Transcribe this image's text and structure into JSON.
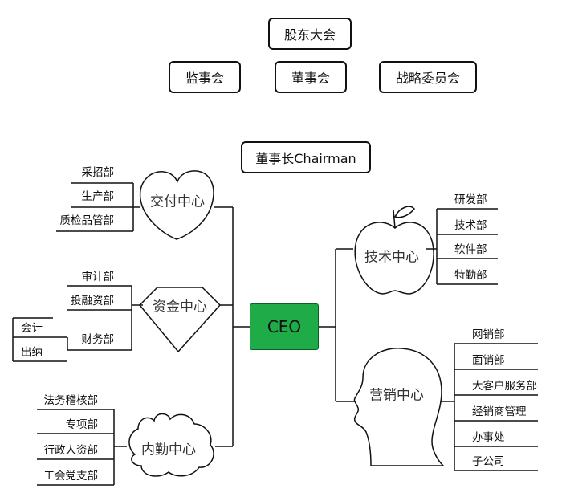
{
  "governance": {
    "shareholders": "股东大会",
    "supervisory_board": "监事会",
    "board_of_directors": "董事会",
    "strategy_committee": "战略委员会",
    "chairman": "董事长Chairman"
  },
  "ceo": "CEO",
  "centers": {
    "delivery": {
      "name": "交付中心",
      "depts": [
        "采招部",
        "生产部",
        "质检品管部"
      ]
    },
    "finance": {
      "name": "资金中心",
      "depts": [
        "审计部",
        "投融资部",
        "财务部"
      ],
      "sub": [
        "会计",
        "出纳"
      ]
    },
    "admin": {
      "name": "内勤中心",
      "depts": [
        "法务稽核部",
        "专项部",
        "行政人资部",
        "工会党支部"
      ]
    },
    "tech": {
      "name": "技术中心",
      "depts": [
        "研发部",
        "技术部",
        "软件部",
        "特勤部"
      ]
    },
    "marketing": {
      "name": "营销中心",
      "depts": [
        "网销部",
        "面销部",
        "大客户服务部",
        "经销商管理",
        "办事处",
        "子公司"
      ]
    }
  },
  "colors": {
    "ceo_fill": "#1eab48",
    "line": "#111111"
  }
}
